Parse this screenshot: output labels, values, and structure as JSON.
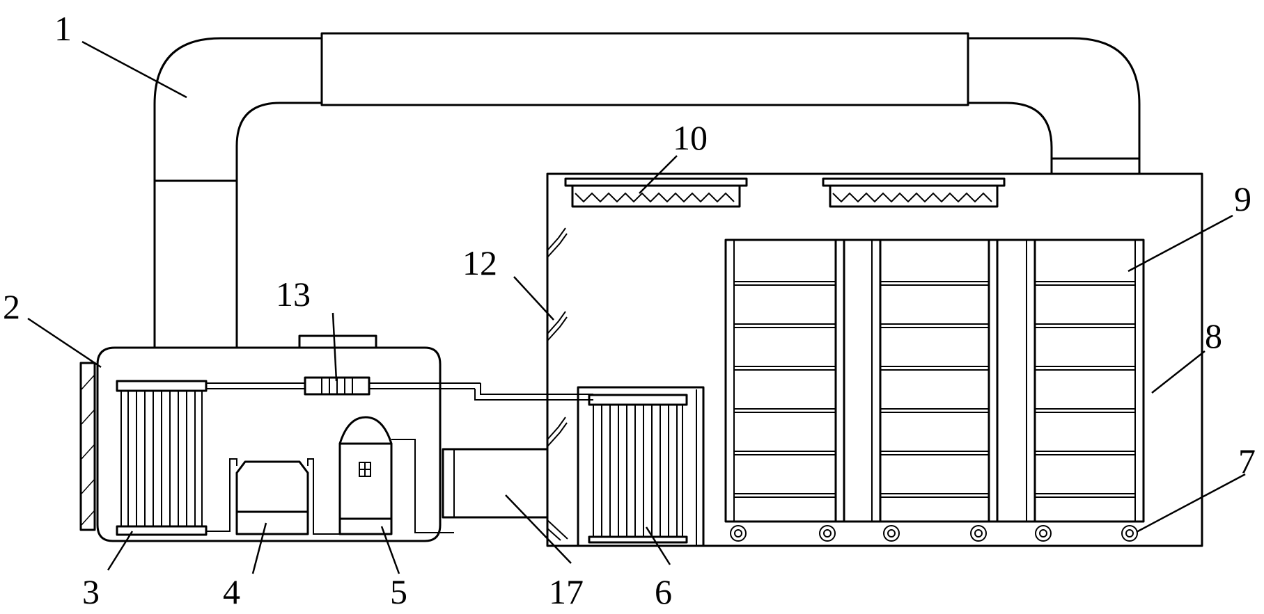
{
  "figure": {
    "labels": {
      "duct": "1",
      "unit_housing": "2",
      "condenser": "3",
      "component_4": "4",
      "compressor": "5",
      "evaporator": "6",
      "wheels": "7",
      "chamber": "8",
      "shelves": "9",
      "vent": "10",
      "baffle": "12",
      "valve": "13",
      "connector": "17"
    }
  }
}
